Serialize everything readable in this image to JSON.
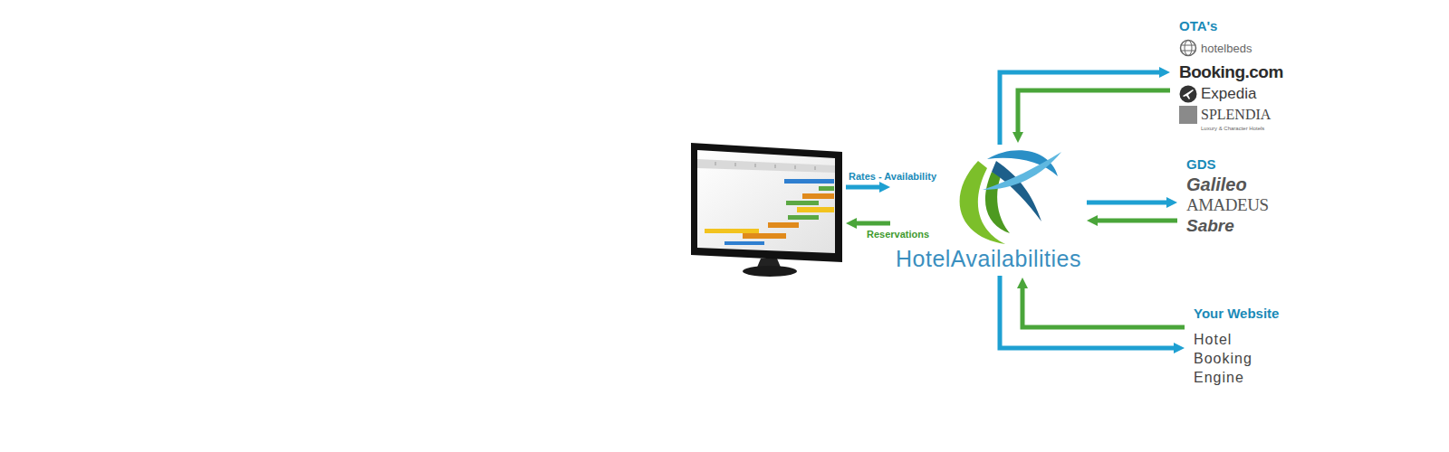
{
  "diagram": {
    "nodes": [
      {
        "text": []
      },
      {
        "text": [
          "HotelAvailabilities"
        ]
      },
      {
        "text": [
          "OTA's",
          "hotelbeds",
          "Booking.com",
          "Expedia",
          "SPLENDIA",
          "Luxury & Character Hotels"
        ]
      },
      {
        "text": [
          "GDS",
          "Galileo",
          "AMADEUS",
          "Sabre"
        ]
      },
      {
        "text": [
          "Your Website",
          "Hotel Booking Engine"
        ]
      }
    ],
    "edges": [
      {
        "from": 0,
        "to": 1,
        "label": "Rates - Availability",
        "arrow": "to"
      },
      {
        "from": 1,
        "to": 0,
        "label": "Reservations",
        "arrow": "to"
      },
      {
        "from": 1,
        "to": 2,
        "arrow": "to"
      },
      {
        "from": 2,
        "to": 1,
        "arrow": "to"
      },
      {
        "from": 1,
        "to": 3,
        "arrow": "to"
      },
      {
        "from": 3,
        "to": 1,
        "arrow": "to"
      },
      {
        "from": 1,
        "to": 4,
        "arrow": "to"
      },
      {
        "from": 4,
        "to": 1,
        "arrow": "to"
      }
    ]
  }
}
